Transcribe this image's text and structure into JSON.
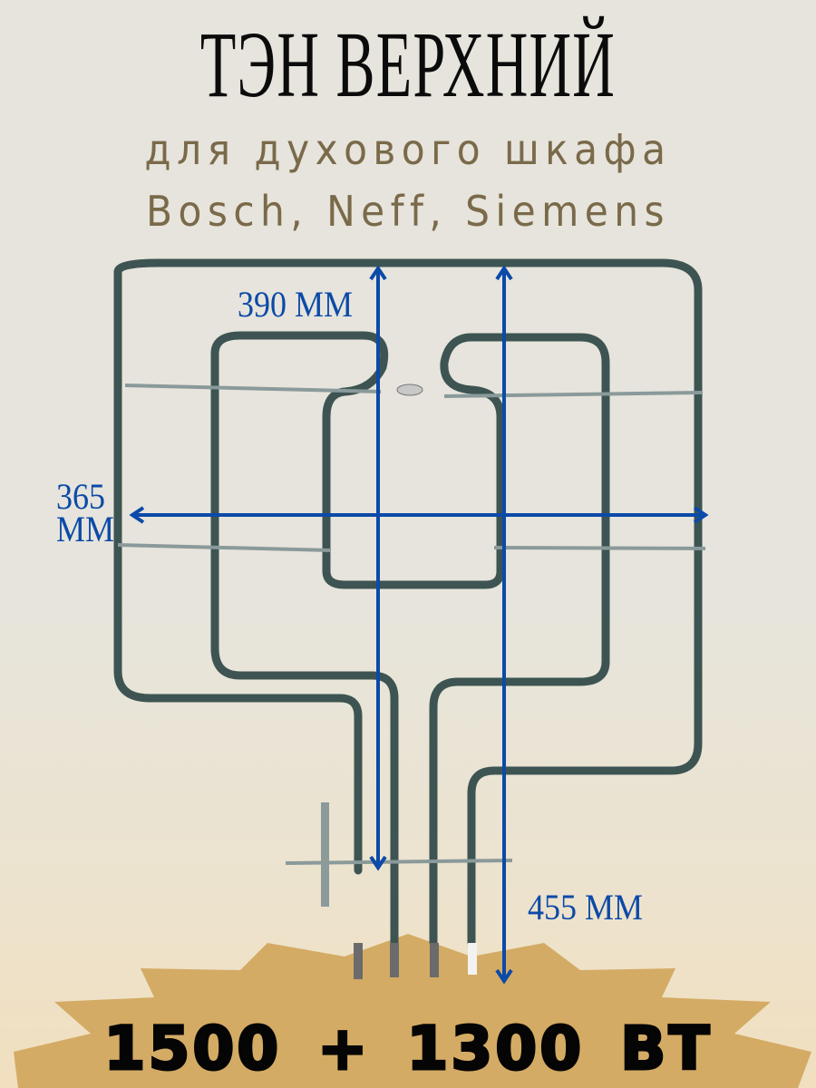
{
  "title": "ТЭН ВЕРХНИЙ",
  "subtitle_line1": "для духового шкафа",
  "subtitle_line2": "Bosch, Neff, Siemens",
  "dimensions": {
    "height_top": "390 MM",
    "width": "365 MM",
    "width_number": "365",
    "width_unit": "MM",
    "total_height": "455 MM"
  },
  "power_badge": {
    "text": "1500 + 1300 ВТ",
    "value1": "1500",
    "value2": "1300",
    "unit": "ВТ"
  },
  "colors": {
    "title": "#0b0b0b",
    "subtitle": "#7a6a4a",
    "dimension_lines": "#0b4aa8",
    "badge": "#d4ab64",
    "background": "#e6e4dc",
    "element_tube": "#3d5452"
  }
}
